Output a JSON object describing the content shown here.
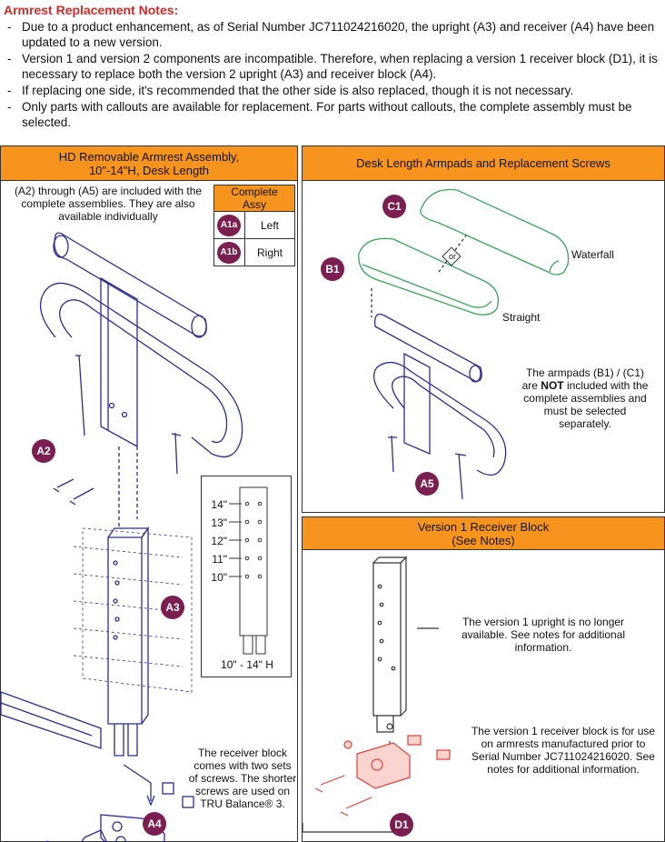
{
  "notes": {
    "title": "Armrest Replacement Notes:",
    "items": [
      "Due to a product enhancement, as of Serial Number JC711024216020, the upright (A3) and receiver (A4) have been updated to a new version.",
      "Version 1 and version 2 components are incompatible. Therefore, when replacing a version 1 receiver block (D1), it is necessary to replace both the version 2 upright (A3) and receiver block (A4).",
      "If replacing one side, it's recommended that the other side is also replaced, though it is not necessary.",
      "Only parts with callouts are available for replacement. For parts without callouts, the complete assembly must be selected."
    ]
  },
  "panel_a": {
    "title_line1": "HD Removable Armrest Assembly,",
    "title_line2": "10\"-14\"H, Desk Length",
    "included_note": "(A2) through (A5) are included with the complete assemblies. They are also available individually",
    "table": {
      "header": "Complete Assy",
      "rows": [
        {
          "callout": "A1a",
          "side": "Left"
        },
        {
          "callout": "A1b",
          "side": "Right"
        }
      ]
    },
    "heights": [
      "14\"",
      "13\"",
      "12\"",
      "11\"",
      "10\""
    ],
    "height_range": "10\" - 14\" H",
    "receiver_note": "The receiver block comes with two sets of screws. The shorter screws are used on TRU Balance® 3.",
    "callouts": {
      "a2": "A2",
      "a3": "A3",
      "a4": "A4"
    }
  },
  "panel_b": {
    "title": "Desk Length Armpads and Replacement Screws",
    "waterfall": "Waterfall",
    "straight": "Straight",
    "or_label": "or",
    "armpad_note_1": "The armpads (B1) / (C1) are ",
    "armpad_note_bold": "NOT",
    "armpad_note_2": " included with the complete assemblies and must be selected separately.",
    "callouts": {
      "c1": "C1",
      "b1": "B1",
      "a5": "A5"
    }
  },
  "panel_c": {
    "title_line1": "Version 1 Receiver Block",
    "title_line2": "(See Notes)",
    "upright_note": "The version 1 upright is no longer available. See notes for additional information.",
    "receiver_note": "The version 1 receiver block is for use on armrests manufactured prior to Serial Number JC711024216020. See notes for additional information.",
    "callouts": {
      "d1": "D1"
    }
  },
  "colors": {
    "header_orange": "#f7941d",
    "callout_maroon": "#7a1f4f",
    "note_red": "#d12a2a",
    "line_blue": "#2b2d8f",
    "pad_green": "#3aa35a",
    "block_red": "#e0403a"
  }
}
